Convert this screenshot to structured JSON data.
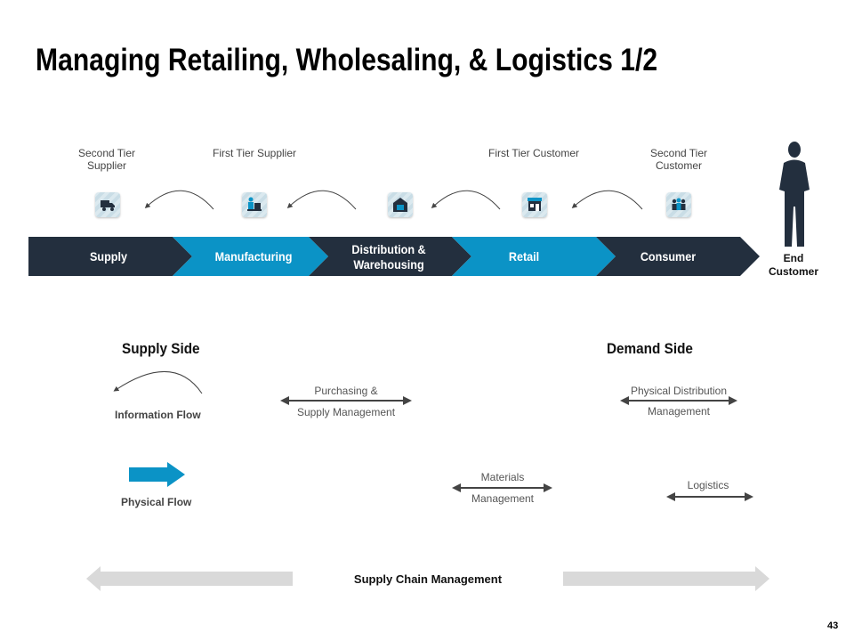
{
  "title": "Managing Retailing, Wholesaling, & Logistics 1/2",
  "tiers": {
    "second_tier_supplier": "Second Tier Supplier",
    "first_tier_supplier": "First Tier Supplier",
    "first_tier_customer": "First Tier Customer",
    "second_tier_customer": "Second Tier Customer"
  },
  "chain": {
    "supply": "Supply",
    "manufacturing": "Manufacturing",
    "distribution": "Distribution & Warehousing",
    "retail": "Retail",
    "consumer": "Consumer"
  },
  "end_customer": "End Customer",
  "supply_side": "Supply Side",
  "demand_side": "Demand Side",
  "information_flow": "Information Flow",
  "physical_flow": "Physical  Flow",
  "purchasing_top": "Purchasing &",
  "purchasing_bottom": "Supply Management",
  "physical_dist_top": "Physical Distribution",
  "physical_dist_bottom": "Management",
  "materials_top": "Materials",
  "materials_bottom": "Management",
  "logistics": "Logistics",
  "scm": "Supply Chain Management",
  "page_number": "43",
  "colors": {
    "dark": "#232f3e",
    "blue": "#0b93c6",
    "grey_arrow": "#d9d9d9"
  }
}
